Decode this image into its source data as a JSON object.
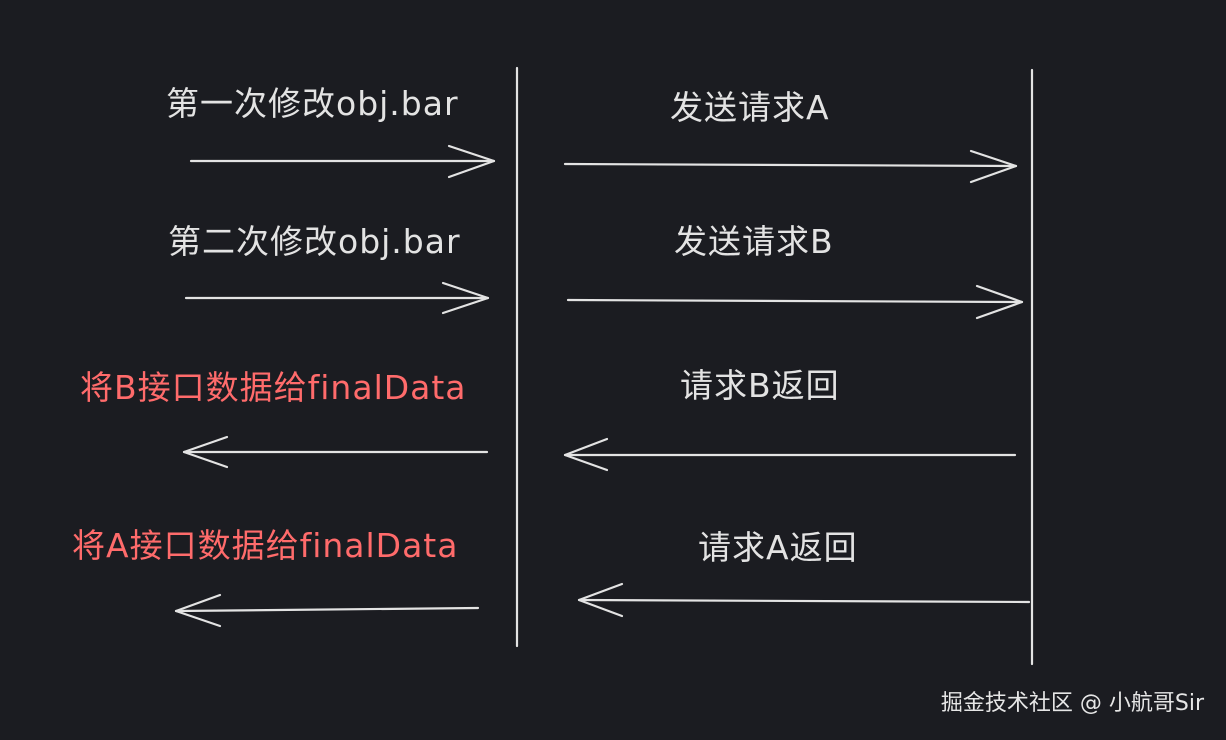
{
  "diagram": {
    "labels": {
      "modify_first": "第一次修改obj.bar",
      "modify_second": "第二次修改obj.bar",
      "send_a": "发送请求A",
      "send_b": "发送请求B",
      "return_b": "请求B返回",
      "return_a": "请求A返回",
      "assign_b": "将B接口数据给finalData",
      "assign_a": "将A接口数据给finalData"
    },
    "colors": {
      "background": "#1b1c21",
      "stroke": "#e3e3e3",
      "highlight": "#ff6b6b"
    }
  },
  "watermark": {
    "text": "掘金技术社区 @ 小航哥Sir"
  }
}
